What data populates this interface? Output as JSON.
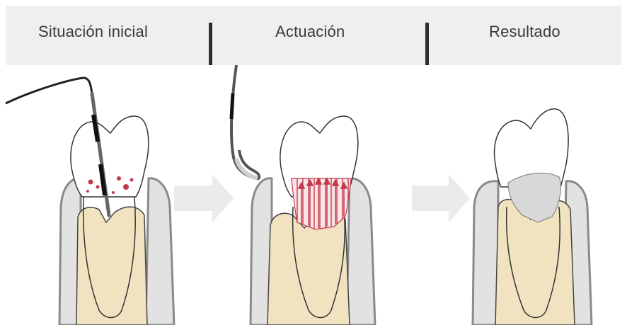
{
  "header": {
    "steps": [
      {
        "label": "Situación inicial"
      },
      {
        "label": "Actuación"
      },
      {
        "label": "Resultado"
      }
    ]
  },
  "colors": {
    "header_bg": "#efefef",
    "gum": "#e2e2e2",
    "bone": "#f1e3c0",
    "calculus": "#c23a4a",
    "arrow": "#ebebeb",
    "instrument": "#222222"
  }
}
